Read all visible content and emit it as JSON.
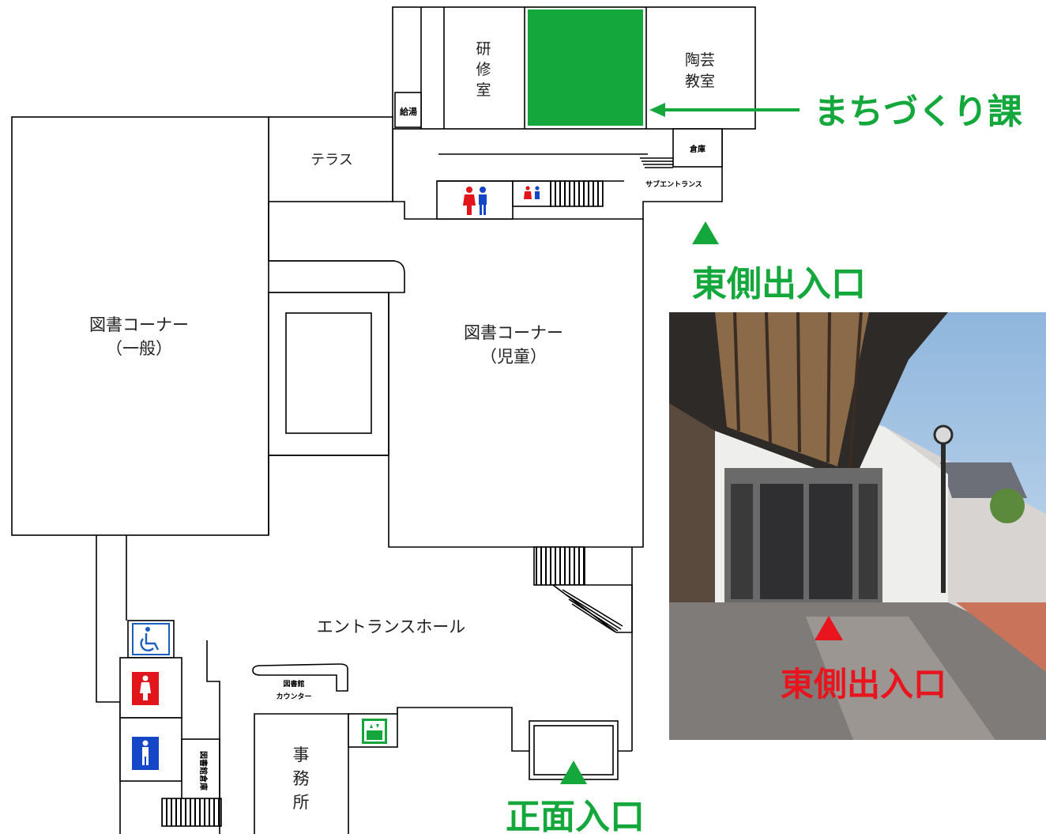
{
  "colors": {
    "highlight_green": "#14a83c",
    "label_red": "#e8141e",
    "restroom_red": "#e2141c",
    "restroom_blue": "#1646c8",
    "accessible_blue": "#1a5fbf"
  },
  "rooms": {
    "kenshu": [
      "研",
      "修",
      "室"
    ],
    "tougei": [
      "陶芸",
      "教室"
    ],
    "kyuto": "給湯",
    "souko": "倉庫",
    "terrace": "テラス",
    "sub_entrance": "サブエントランス",
    "library_general": [
      "図書コーナー",
      "（一般）"
    ],
    "library_children": [
      "図書コーナー",
      "（児童）"
    ],
    "entrance_hall": "エントランスホール",
    "library_counter": [
      "図書館",
      "カウンター"
    ],
    "office": [
      "事",
      "務",
      "所"
    ],
    "storage_vertical": "図書館倉庫"
  },
  "highlight": {
    "label": "まちづくり課"
  },
  "entrances": {
    "east": "東側出入口",
    "front": "正面入口"
  },
  "photo": {
    "caption": "東側出入口"
  },
  "icons": {
    "marker": "▲",
    "restroom": "restroom-icon",
    "accessible": "wheelchair-icon",
    "elevator": "elevator-icon"
  }
}
